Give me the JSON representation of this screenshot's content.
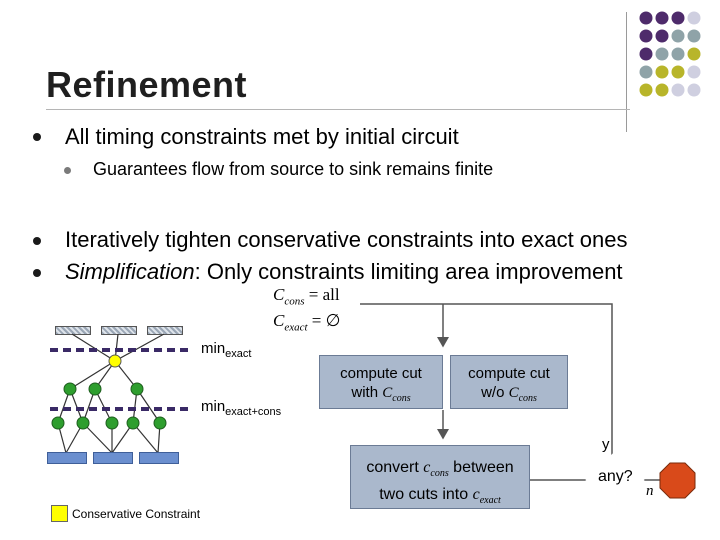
{
  "slide": {
    "title": "Refinement",
    "bullets": [
      {
        "text": "All timing constraints met by initial circuit"
      },
      {
        "text": "Guarantees flow from source to sink remains finite"
      },
      {
        "text": "Iteratively tighten conservative constraints into exact ones"
      },
      {
        "emph": "Simplification",
        "text": ": Only constraints limiting area improvement"
      }
    ]
  },
  "flow": {
    "init": {
      "c": "C",
      "cons_sub": "cons",
      "eq_all": " = all",
      "exact_sub": "exact",
      "eq_empty": " = ∅"
    },
    "box_with": {
      "line1": "compute cut",
      "line2_pre": "with ",
      "c": "C",
      "sub": "cons"
    },
    "box_without": {
      "line1": "compute cut",
      "line2_pre": "w/o ",
      "c": "C",
      "sub": "cons"
    },
    "box_convert": {
      "line1_pre": "convert ",
      "c1": "c",
      "sub1": "cons",
      "line1_post": " between",
      "line2_pre": "two cuts into ",
      "c2": "c",
      "sub2": "exact"
    },
    "decision": {
      "label": "any?",
      "yes": "y",
      "no": "n"
    }
  },
  "graph": {
    "cut_exact": {
      "prefix": "min",
      "sub": "exact"
    },
    "cut_exact_cons": {
      "prefix": "min",
      "sub": "exact+cons"
    }
  },
  "legend": {
    "label": "Conservative Constraint",
    "swatch_color": "#ffff00"
  },
  "colors": {
    "accent_purple": "#4e2b6b",
    "accent_teal": "#8fa3a8",
    "accent_olive": "#b8b52a",
    "accent_lilac": "#cfcfe0",
    "node_green": "#2e9e2e",
    "node_yellow": "#ffff00",
    "stop_red": "#d94a1a"
  },
  "icons": {
    "decoration": "dot-grid-icon",
    "stop": "stop-sign-icon"
  }
}
